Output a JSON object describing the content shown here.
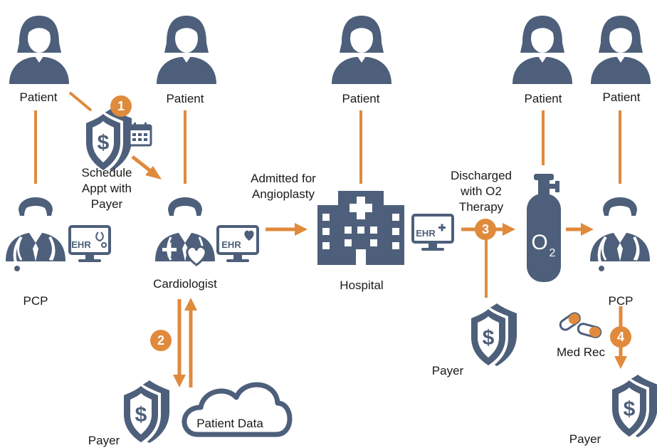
{
  "colors": {
    "primary": "#4d5f7a",
    "accent": "#e08a3c",
    "background": "#ffffff"
  },
  "icons": [
    "patient-icon",
    "doctor-icon",
    "ehr-monitor-icon",
    "payer-shield-icon",
    "calendar-icon",
    "hospital-icon",
    "oxygen-tank-icon",
    "pills-icon",
    "cloud-icon"
  ],
  "nodes": {
    "patient1": "Patient",
    "patient2": "Patient",
    "patient3": "Patient",
    "patient4": "Patient",
    "patient5": "Patient",
    "pcp1": "PCP",
    "cardiologist": "Cardiologist",
    "hospital": "Hospital",
    "pcp2": "PCP",
    "payer_bottom_left": "Payer",
    "payer_middle": "Payer",
    "payer_bottom_right": "Payer",
    "patient_data": "Patient Data",
    "ehr": "EHR",
    "oxygen": "O",
    "oxygen_sub": "2",
    "med_rec": "Med Rec"
  },
  "annotations": {
    "schedule": [
      "Schedule",
      "Appt with",
      "Payer"
    ],
    "admitted": [
      "Admitted for",
      "Angioplasty"
    ],
    "discharged": [
      "Discharged",
      "with O2",
      "Therapy"
    ]
  },
  "steps": [
    "1",
    "2",
    "3",
    "4"
  ]
}
